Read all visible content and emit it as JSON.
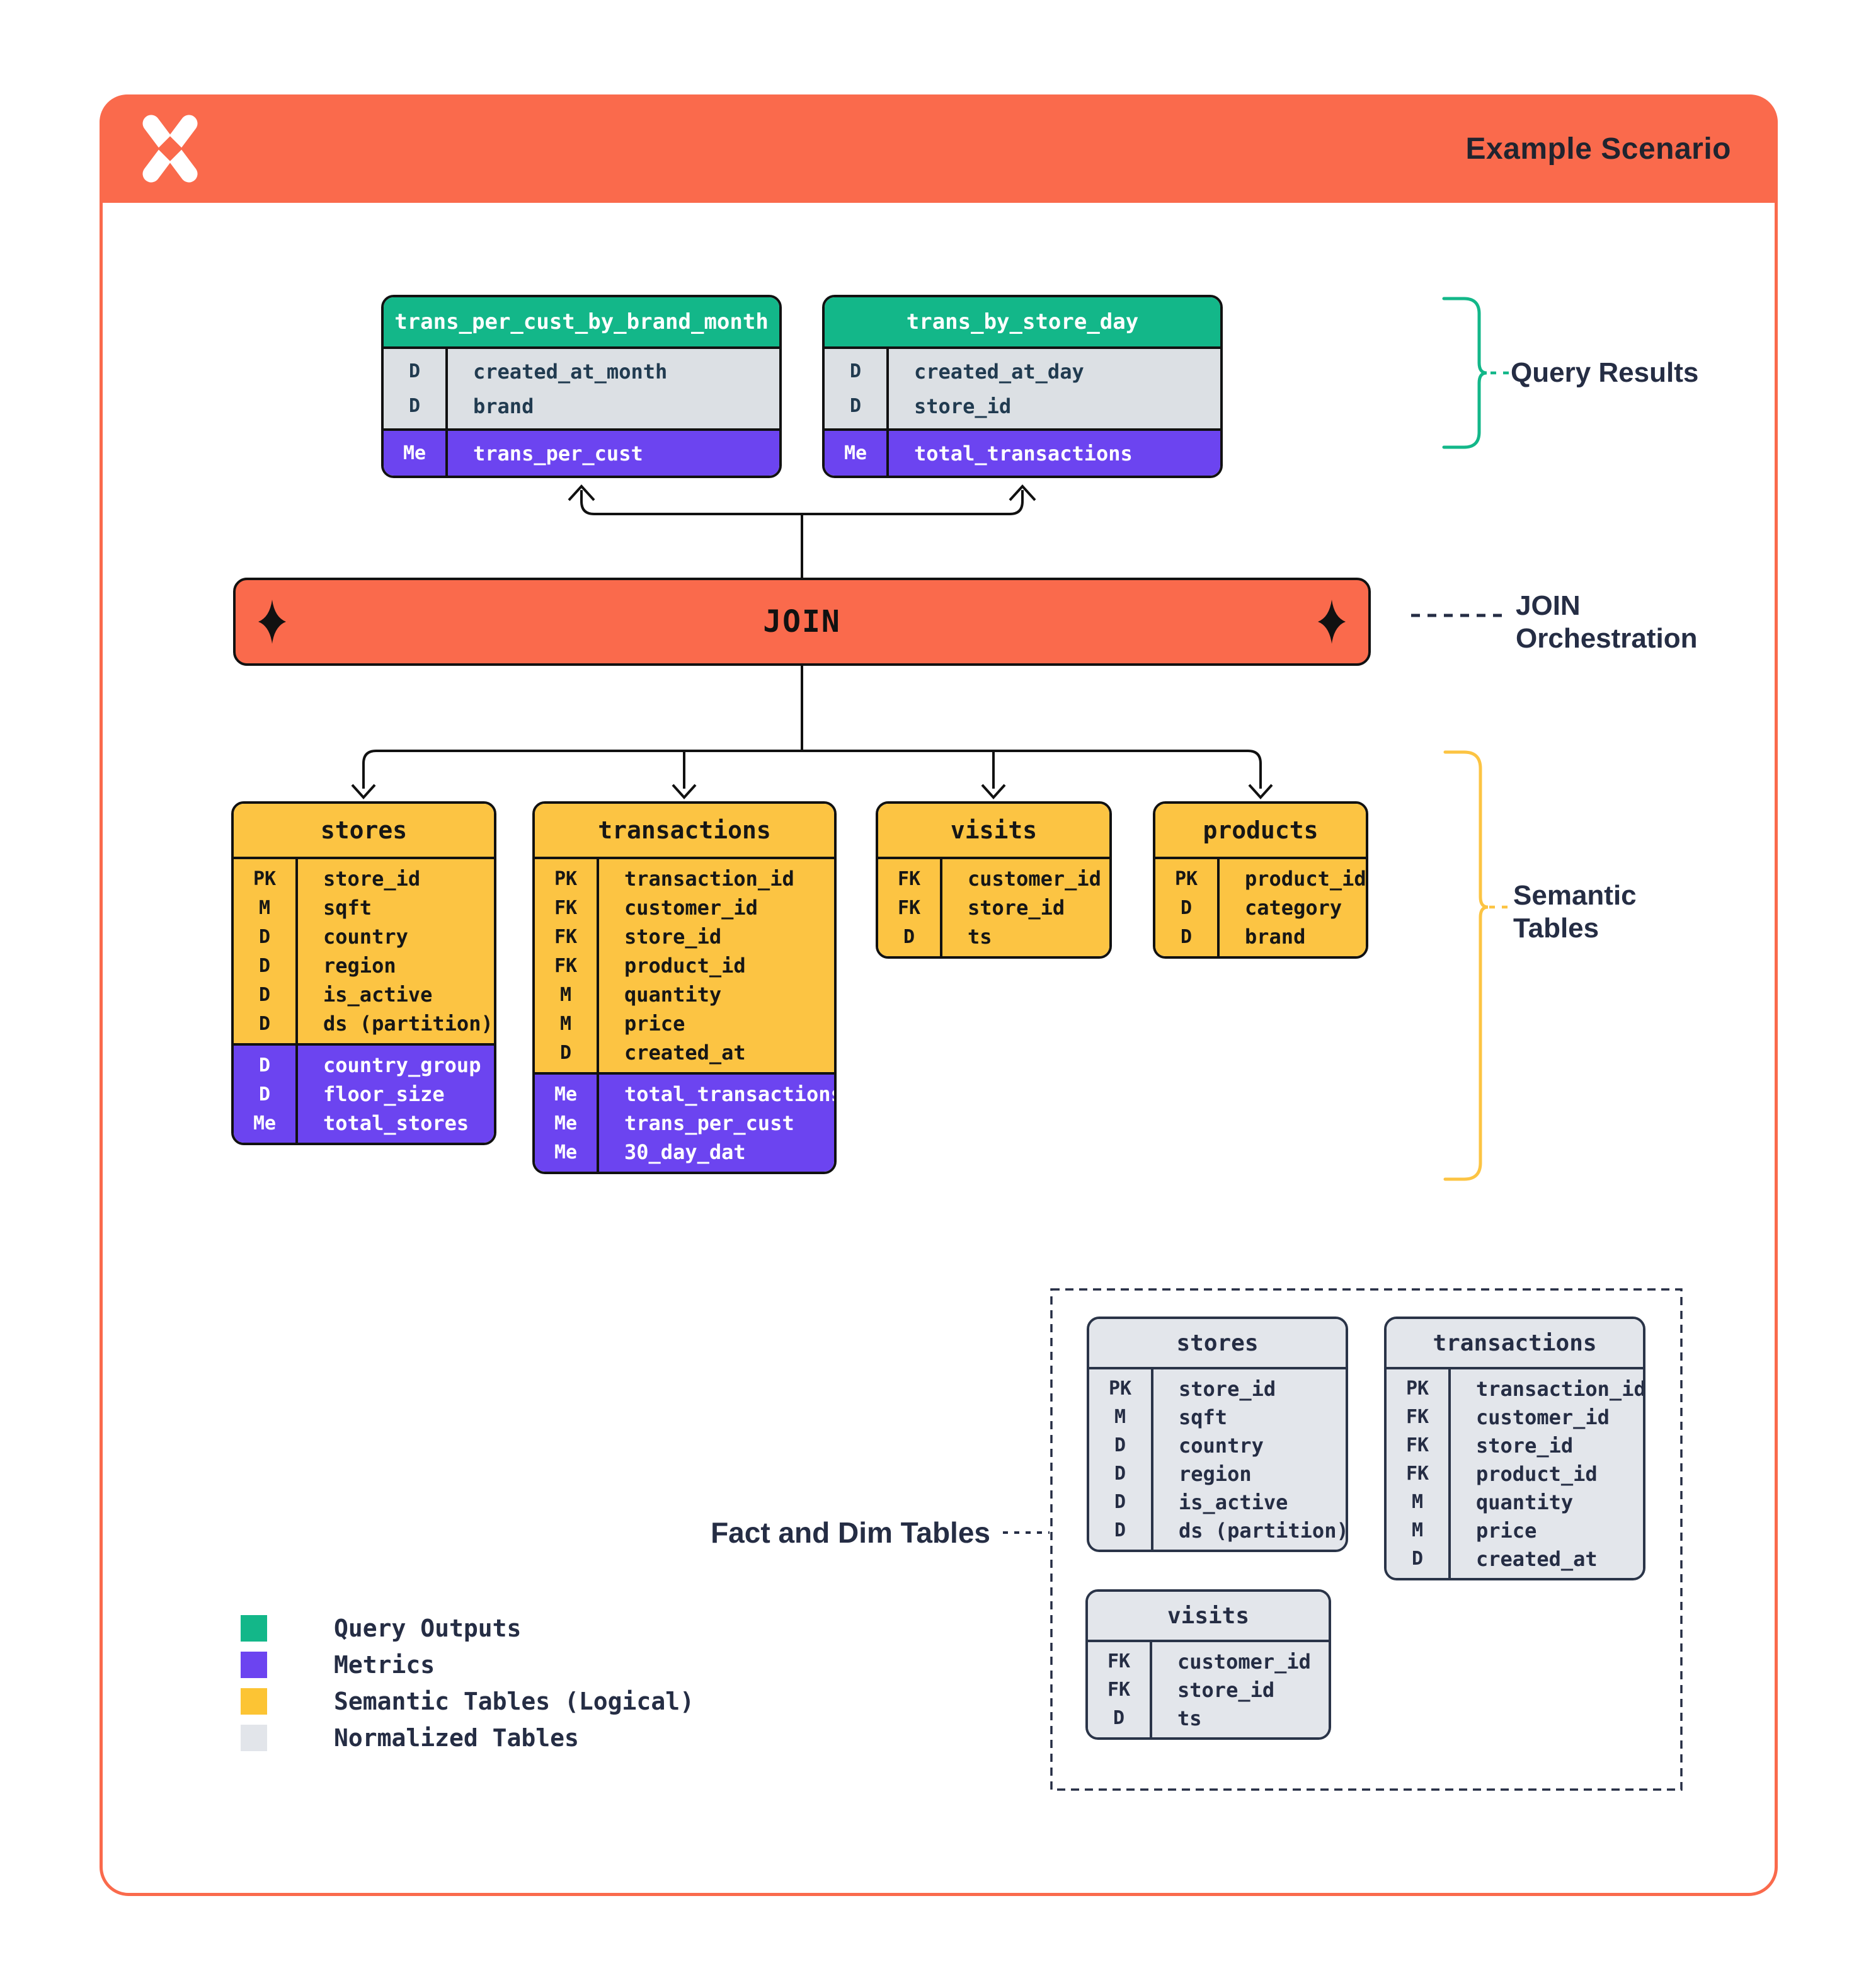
{
  "header": {
    "title": "Example Scenario"
  },
  "join_bar": {
    "label": "JOIN"
  },
  "annotations": {
    "query_results": "Query Results",
    "join_line1": "JOIN",
    "join_line2": "Orchestration",
    "semantic_line1": "Semantic",
    "semantic_line2": "Tables",
    "fact_dim": "Fact and Dim Tables"
  },
  "query_result_tables": [
    {
      "name": "trans_per_cust_by_brand_month",
      "rows": [
        [
          "D",
          "created_at_month"
        ],
        [
          "D",
          "brand"
        ]
      ],
      "metric_rows": [
        [
          "Me",
          "trans_per_cust"
        ]
      ]
    },
    {
      "name": "trans_by_store_day",
      "rows": [
        [
          "D",
          "created_at_day"
        ],
        [
          "D",
          "store_id"
        ]
      ],
      "metric_rows": [
        [
          "Me",
          "total_transactions"
        ]
      ]
    }
  ],
  "semantic_tables": [
    {
      "name": "stores",
      "rows": [
        [
          "PK",
          "store_id"
        ],
        [
          "M",
          "sqft"
        ],
        [
          "D",
          "country"
        ],
        [
          "D",
          "region"
        ],
        [
          "D",
          "is_active"
        ],
        [
          "D",
          "ds (partition)"
        ]
      ],
      "metric_rows": [
        [
          "D",
          "country_group"
        ],
        [
          "D",
          "floor_size"
        ],
        [
          "Me",
          "total_stores"
        ]
      ]
    },
    {
      "name": "transactions",
      "rows": [
        [
          "PK",
          "transaction_id"
        ],
        [
          "FK",
          "customer_id"
        ],
        [
          "FK",
          "store_id"
        ],
        [
          "FK",
          "product_id"
        ],
        [
          "M",
          "quantity"
        ],
        [
          "M",
          "price"
        ],
        [
          "D",
          "created_at"
        ]
      ],
      "metric_rows": [
        [
          "Me",
          "total_transactions"
        ],
        [
          "Me",
          "trans_per_cust"
        ],
        [
          "Me",
          "30_day_dat"
        ]
      ]
    },
    {
      "name": "visits",
      "rows": [
        [
          "FK",
          "customer_id"
        ],
        [
          "FK",
          "store_id"
        ],
        [
          "D",
          "ts"
        ]
      ],
      "metric_rows": []
    },
    {
      "name": "products",
      "rows": [
        [
          "PK",
          "product_id"
        ],
        [
          "D",
          "category"
        ],
        [
          "D",
          "brand"
        ]
      ],
      "metric_rows": []
    }
  ],
  "normalized_tables": [
    {
      "name": "stores",
      "rows": [
        [
          "PK",
          "store_id"
        ],
        [
          "M",
          "sqft"
        ],
        [
          "D",
          "country"
        ],
        [
          "D",
          "region"
        ],
        [
          "D",
          "is_active"
        ],
        [
          "D",
          "ds (partition)"
        ]
      ]
    },
    {
      "name": "transactions",
      "rows": [
        [
          "PK",
          "transaction_id"
        ],
        [
          "FK",
          "customer_id"
        ],
        [
          "FK",
          "store_id"
        ],
        [
          "FK",
          "product_id"
        ],
        [
          "M",
          "quantity"
        ],
        [
          "M",
          "price"
        ],
        [
          "D",
          "created_at"
        ]
      ]
    },
    {
      "name": "visits",
      "rows": [
        [
          "FK",
          "customer_id"
        ],
        [
          "FK",
          "store_id"
        ],
        [
          "D",
          "ts"
        ]
      ]
    }
  ],
  "legend": {
    "items": [
      {
        "label": "Query Outputs",
        "color": "#13B789"
      },
      {
        "label": "Metrics",
        "color": "#6C44F0"
      },
      {
        "label": "Semantic Tables (Logical)",
        "color": "#FCC434"
      },
      {
        "label": "Normalized Tables",
        "color": "#E2E5EA"
      }
    ]
  },
  "colors": {
    "orange": "#FA6A4C",
    "green": "#13B789",
    "purple": "#6C44F0",
    "yellow": "#FCC443",
    "query_dim_gray": "#DCE0E4",
    "normalized_gray": "#E3E6EB",
    "navy": "#252D44",
    "black": "#111111"
  }
}
